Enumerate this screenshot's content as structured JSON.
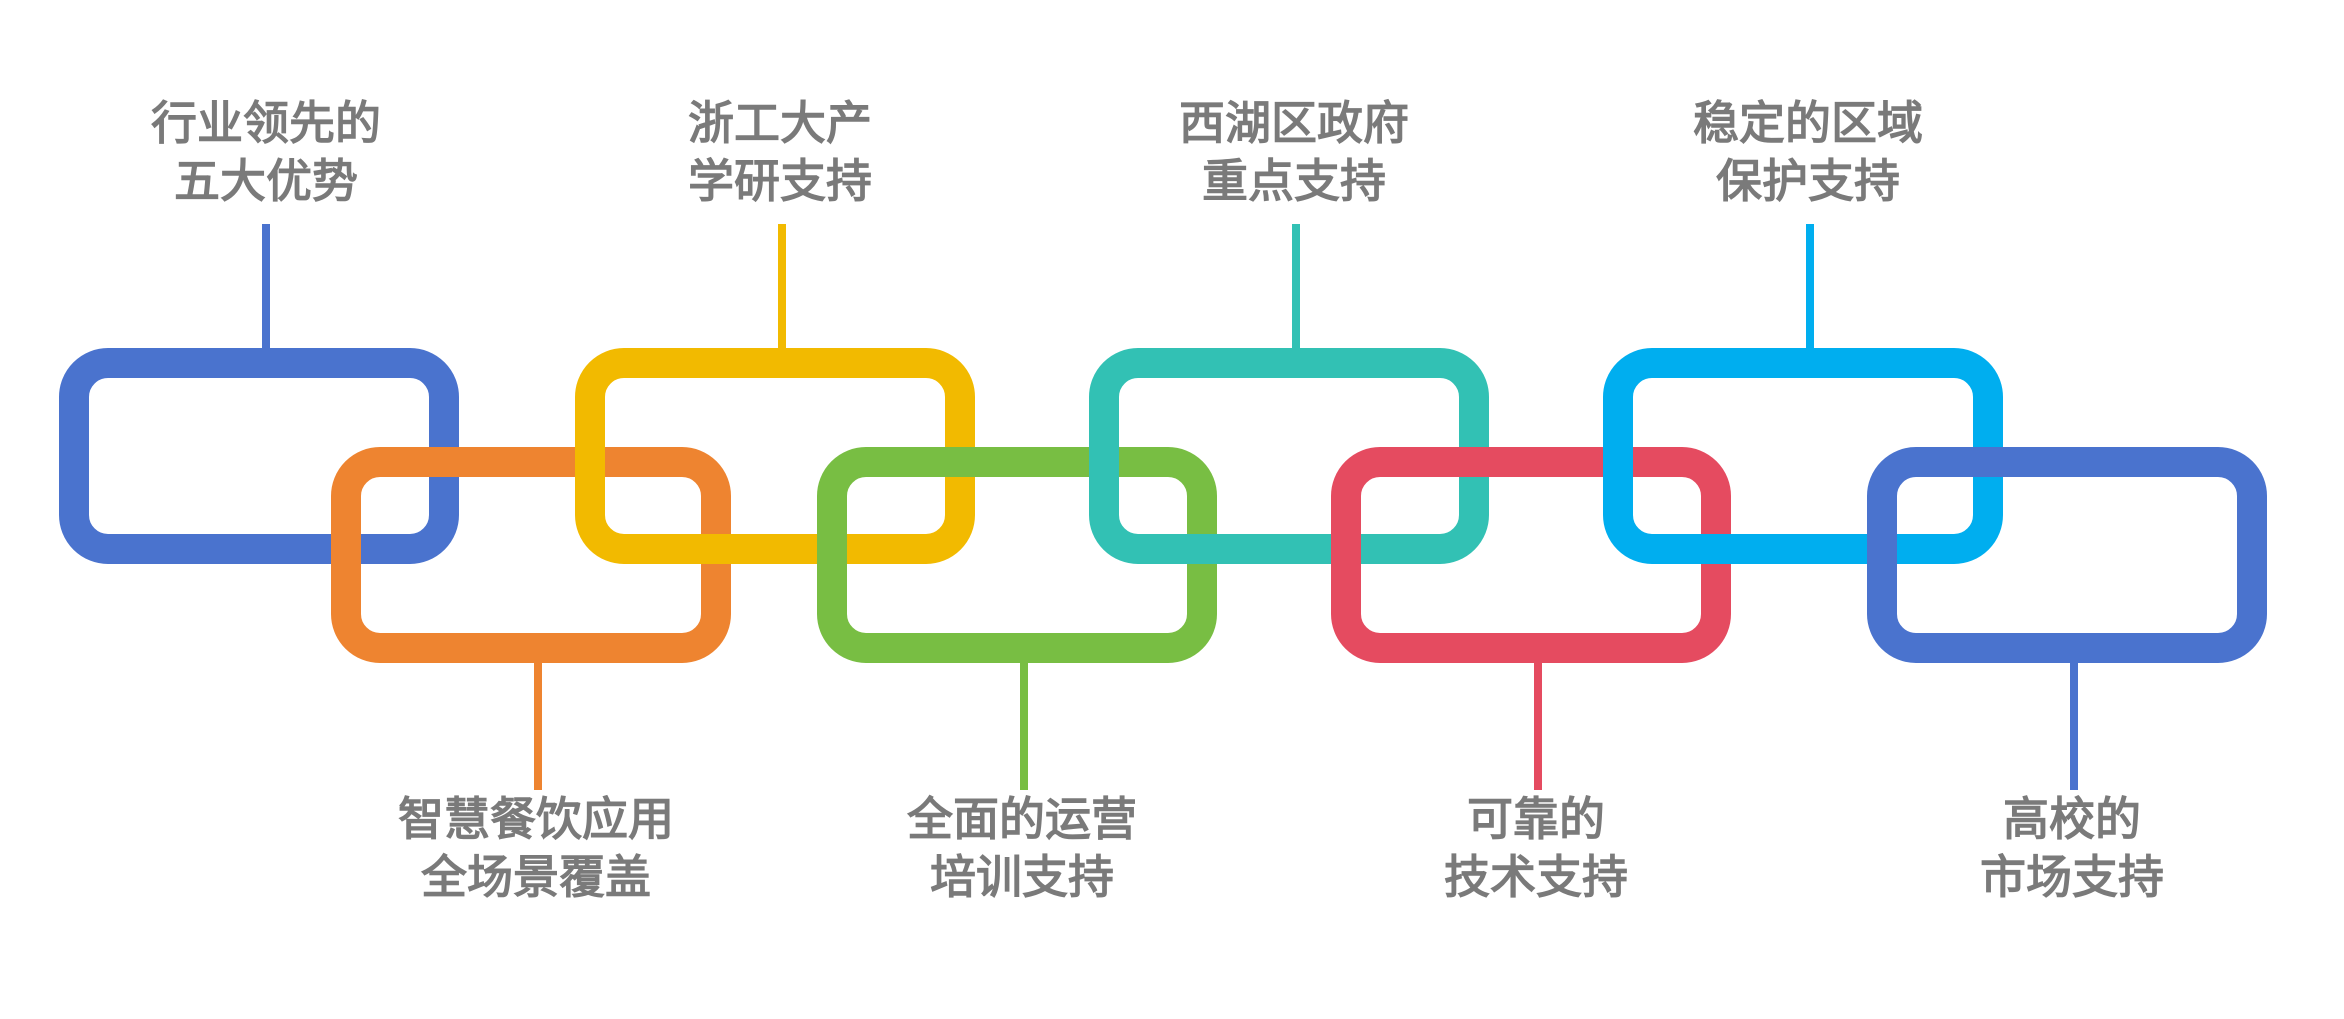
{
  "links": [
    {
      "color": "#4A73CE",
      "label": [
        "行业领先的",
        "五大优势"
      ]
    },
    {
      "color": "#EE8430",
      "label": [
        "智慧餐饮应用",
        "全场景覆盖"
      ]
    },
    {
      "color": "#F2BA00",
      "label": [
        "浙工大产",
        "学研支持"
      ]
    },
    {
      "color": "#78BE43",
      "label": [
        "全面的运营",
        "培训支持"
      ]
    },
    {
      "color": "#32C1B4",
      "label": [
        "西湖区政府",
        "重点支持"
      ]
    },
    {
      "color": "#E54B60",
      "label": [
        "可靠的",
        "技术支持"
      ]
    },
    {
      "color": "#00AEEF",
      "label": [
        "稳定的区域",
        "保护支持"
      ]
    },
    {
      "color": "#4A73CE",
      "label": [
        "高校的",
        "市场支持"
      ]
    }
  ],
  "text_color": "#7a7a7a"
}
